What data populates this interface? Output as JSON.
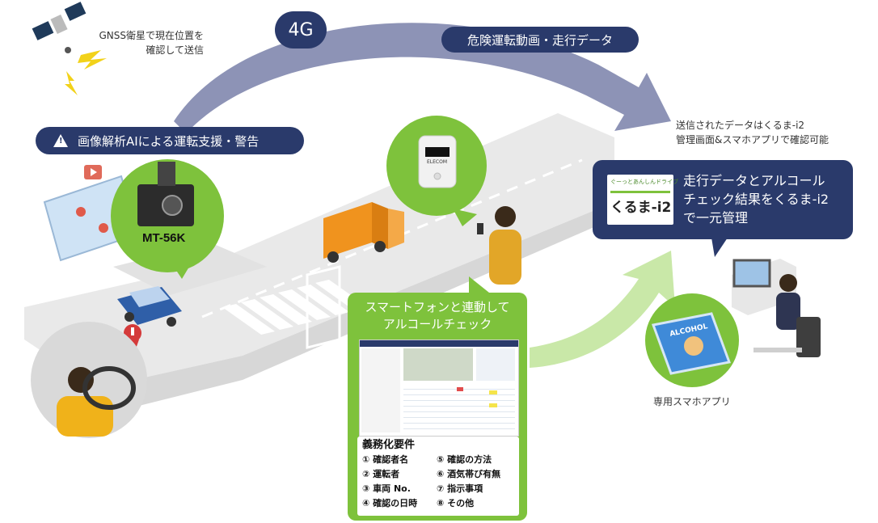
{
  "network": {
    "label_4g": "4G",
    "data_label": "危険運転動画・走行データ"
  },
  "gnss": {
    "line1": "GNSS衛星で現在位置を",
    "line2": "確認して送信"
  },
  "ai_banner": {
    "text": "画像解析AIによる運転支援・警告"
  },
  "device": {
    "model": "MT-56K",
    "alcohol_checker_brand": "ELECOM"
  },
  "phone_link": {
    "line1": "スマートフォンと連動して",
    "line2": "アルコールチェック"
  },
  "requirements": {
    "title": "義務化要件",
    "items": [
      "① 確認者名",
      "⑤ 確認の方法",
      "② 運転者",
      "⑥ 酒気帯び有無",
      "③ 車両 No.",
      "⑦ 指示事項",
      "④ 確認の日時",
      "⑧ その他"
    ]
  },
  "kuruma": {
    "note_line1": "送信されたデータはくるま-i2",
    "note_line2": "管理画面&スマホアプリで確認可能",
    "logo_tagline": "ぐーっとあんしんドライブ",
    "logo_name": "くるま-i2",
    "box_line1": "走行データとアルコール",
    "box_line2": "チェック結果をくるま-i2",
    "box_line3": "で一元管理"
  },
  "app": {
    "caption": "専用スマホアプリ",
    "screen_word": "ALCOHOL"
  },
  "colors": {
    "navy": "#2a3a6b",
    "green": "#7ec23c",
    "arrow_gray": "#8d93b6",
    "arrow_light_green": "#c9e8a8",
    "truck_orange": "#f0931e",
    "car_blue": "#2f5fa8",
    "road": "#e8e8e8",
    "warning_red": "#d43a3a",
    "lightning_yellow": "#f2d21a"
  }
}
